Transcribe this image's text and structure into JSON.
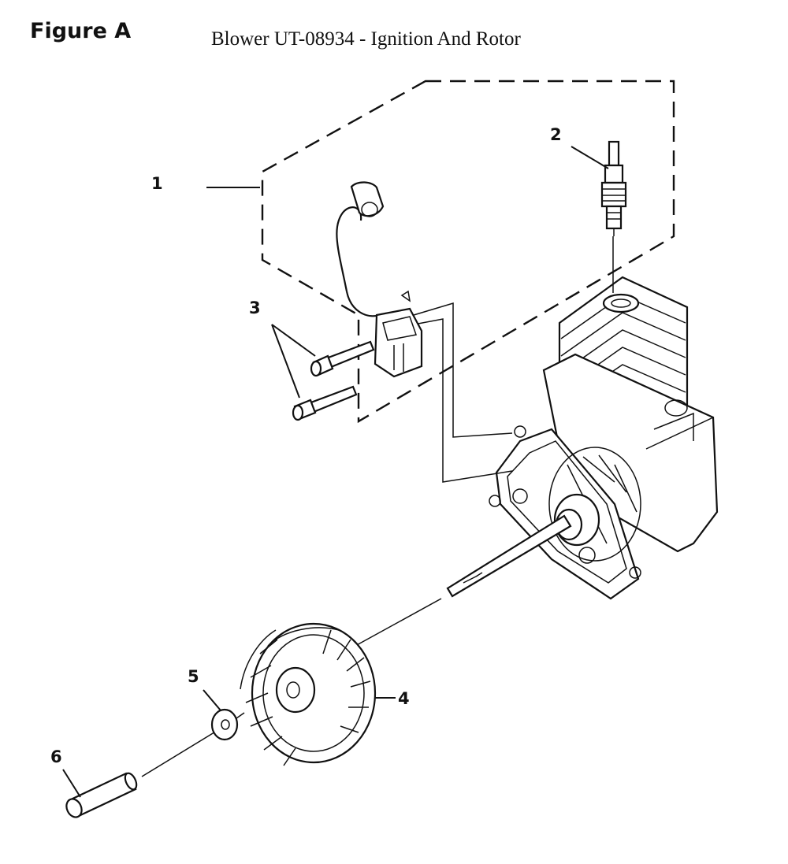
{
  "figure_label": "Figure A",
  "title": "Blower UT-08934  - Ignition And Rotor",
  "callouts": [
    "1",
    "2",
    "3",
    "4",
    "5",
    "6"
  ]
}
